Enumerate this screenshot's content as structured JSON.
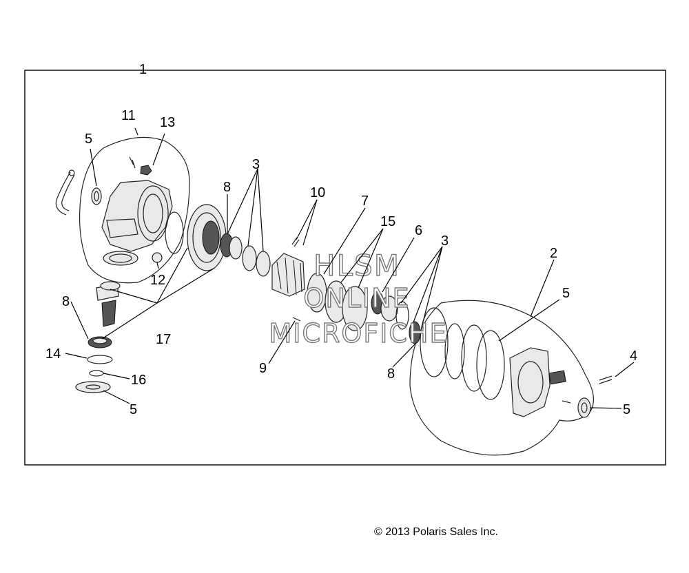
{
  "copyright": "© 2013 Polaris Sales Inc.",
  "watermark": [
    "HLSM",
    "ONLINE",
    "MICROFICHE"
  ],
  "callouts": {
    "c1": "1",
    "c2": "2",
    "c3a": "3",
    "c3b": "3",
    "c4": "4",
    "c5a": "5",
    "c5b": "5",
    "c5c": "5",
    "c5d": "5",
    "c6": "6",
    "c7": "7",
    "c8a": "8",
    "c8b": "8",
    "c8c": "8",
    "c9": "9",
    "c10": "10",
    "c11": "11",
    "c12": "12",
    "c13": "13",
    "c14": "14",
    "c15": "15",
    "c16": "16",
    "c17": "17"
  }
}
